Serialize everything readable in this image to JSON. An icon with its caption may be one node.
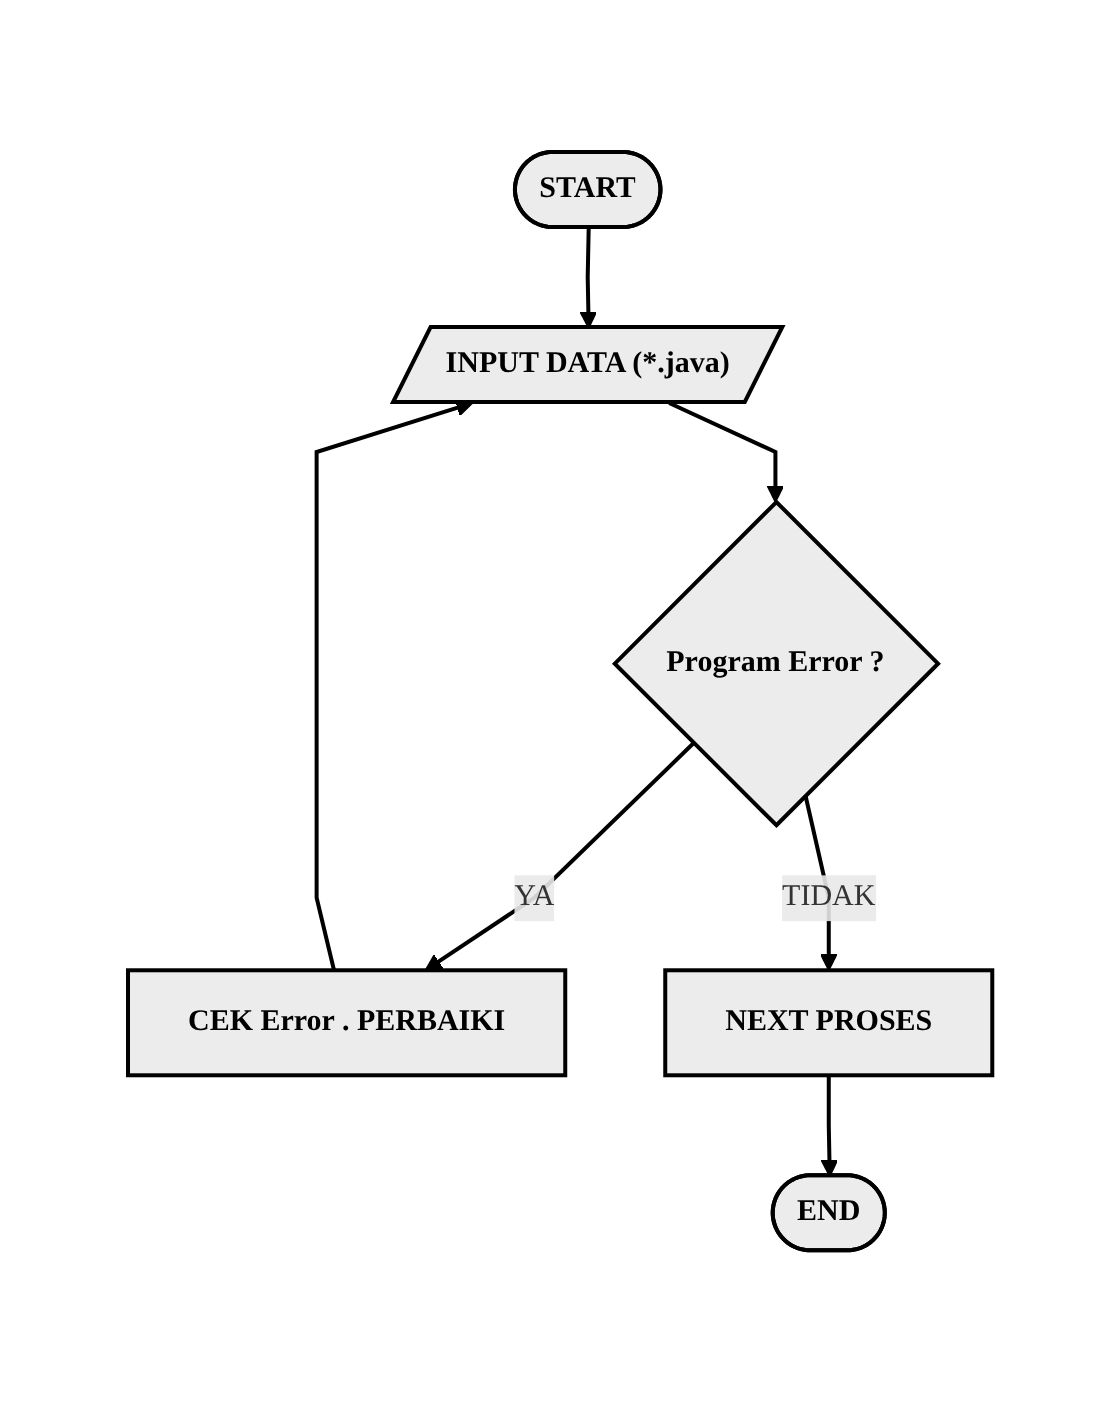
{
  "diagram": {
    "nodes": [
      {
        "text": [
          "START"
        ]
      },
      {
        "text": [
          "INPUT DATA (*.java)"
        ]
      },
      {
        "text": [
          "Program Error ?"
        ]
      },
      {
        "text": [
          "CEK Error . PERBAIKI"
        ]
      },
      {
        "text": [
          "NEXT PROSES"
        ]
      },
      {
        "text": [
          "END"
        ]
      }
    ],
    "edges": [
      {
        "from": 0,
        "to": 1,
        "arrow": "to"
      },
      {
        "from": 1,
        "to": 2,
        "arrow": "to"
      },
      {
        "from": 2,
        "to": 3,
        "label": "YA",
        "arrow": "to"
      },
      {
        "from": 2,
        "to": 4,
        "label": "TIDAK",
        "arrow": "to"
      },
      {
        "from": 3,
        "to": 1,
        "arrow": "to"
      },
      {
        "from": 4,
        "to": 5,
        "arrow": "to"
      }
    ]
  }
}
